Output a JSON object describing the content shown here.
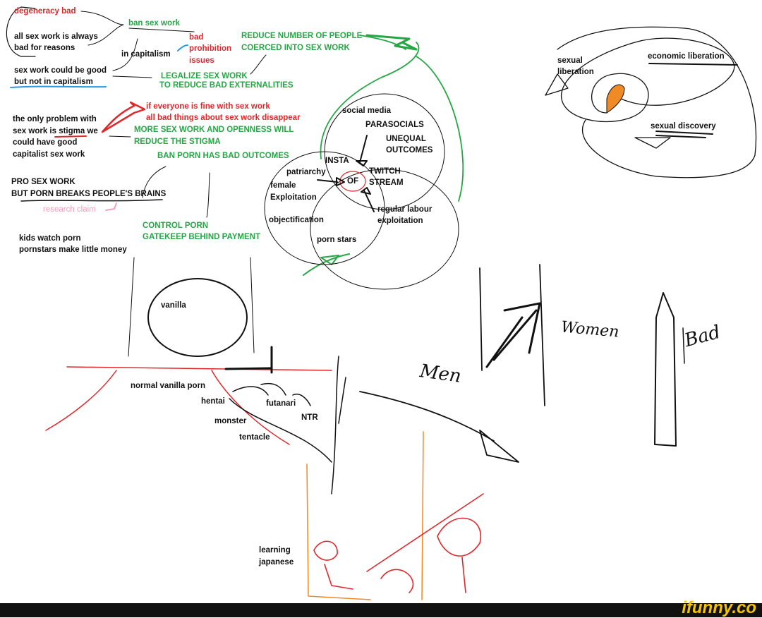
{
  "left_notes": {
    "degeneracy": "degeneracy bad",
    "always_bad_1": "all sex work is always",
    "always_bad_2": "bad for reasons",
    "ban_sex_work": "ban sex work",
    "in_capitalism": "in capitalism",
    "bad_prohibition": [
      "bad",
      "prohibition",
      "issues"
    ],
    "reduce_coerced": [
      "REDUCE NUMBER OF PEOPLE",
      "COERCED INTO SEX WORK"
    ],
    "could_be_good": [
      "sex work could be good",
      "but not in capitalism"
    ],
    "legalize": [
      "LEGALIZE SEX WORK",
      "TO REDUCE BAD EXTERNALITIES"
    ],
    "if_everyone": [
      "if everyone is fine with sex work",
      "all bad things about sex work disappear"
    ],
    "more_openness": [
      "MORE SEX WORK AND OPENNESS WILL",
      "REDUCE THE STIGMA"
    ],
    "stigma": [
      "the only problem with",
      "sex work is stigma we",
      "could have good",
      "capitalist sex work"
    ],
    "ban_porn": "BAN PORN HAS BAD OUTCOMES",
    "pro_sex_work": [
      "PRO SEX WORK",
      "BUT PORN BREAKS PEOPLE'S BRAINS"
    ],
    "research_claim": "research claim",
    "control_porn": [
      "CONTROL PORN",
      "GATEKEEP BEHIND PAYMENT"
    ],
    "kids": [
      "kids watch porn",
      "pornstars make little money"
    ]
  },
  "venn": {
    "social_media": "social media",
    "parasocials": "PARASOCIALS",
    "unequal": [
      "UNEQUAL",
      "OUTCOMES"
    ],
    "insta": "INSTA",
    "patriarchy": "patriarchy",
    "twitch": [
      "TWITCH",
      "STREAM"
    ],
    "of": "OF",
    "female": [
      "female",
      "Exploitation"
    ],
    "regular": [
      "regular labour",
      "exploitation"
    ],
    "objectification": "objectification",
    "porn_stars": "porn stars"
  },
  "liberation": {
    "sexual_liberation": [
      "sexual",
      "liberation"
    ],
    "economic_liberation": "economic liberation",
    "sexual_discovery": "sexual discovery"
  },
  "porn_chart": {
    "vanilla": "vanilla",
    "normal": "normal vanilla porn",
    "hentai": "hentai",
    "futanari": "futanari",
    "ntr": "NTR",
    "monster": "monster",
    "tentacle": "tentacle",
    "learning": [
      "learning",
      "japanese"
    ]
  },
  "handwritten": {
    "men": "Men",
    "women": "Women",
    "bad": "Bad"
  },
  "watermark": "ifunny.co",
  "colors": {
    "red": "#e0282c",
    "green": "#27a646",
    "orange": "#f08a24",
    "blue": "#2a9be0"
  }
}
